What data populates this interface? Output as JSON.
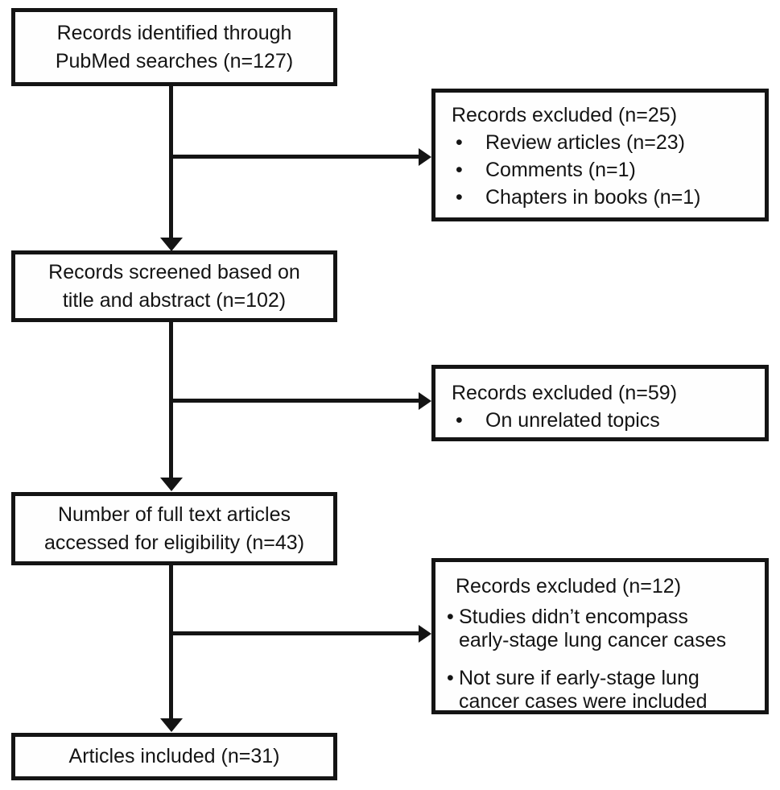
{
  "bullet_char": "•",
  "colors": {
    "line": "#141414",
    "background": "#ffffff"
  },
  "boxes": {
    "identified": {
      "text": "Records identified through\nPubMed searches (n=127)"
    },
    "screened": {
      "text": "Records screened based on\ntitle and abstract (n=102)"
    },
    "fulltext": {
      "text": "Number of full text articles\naccessed for eligibility (n=43)"
    },
    "included": {
      "text": "Articles included (n=31)"
    },
    "excluded1": {
      "title": "Records excluded (n=25)",
      "bullets": [
        "Review articles (n=23)",
        "Comments (n=1)",
        "Chapters in books (n=1)"
      ]
    },
    "excluded2": {
      "title": "Records excluded (n=59)",
      "bullets": [
        "On unrelated topics"
      ]
    },
    "excluded3": {
      "title": "Records excluded (n=12)",
      "bullets": [
        "Studies didn’t encompass\nearly-stage lung cancer cases",
        "Not sure if early-stage lung\ncancer cases were included"
      ]
    }
  }
}
